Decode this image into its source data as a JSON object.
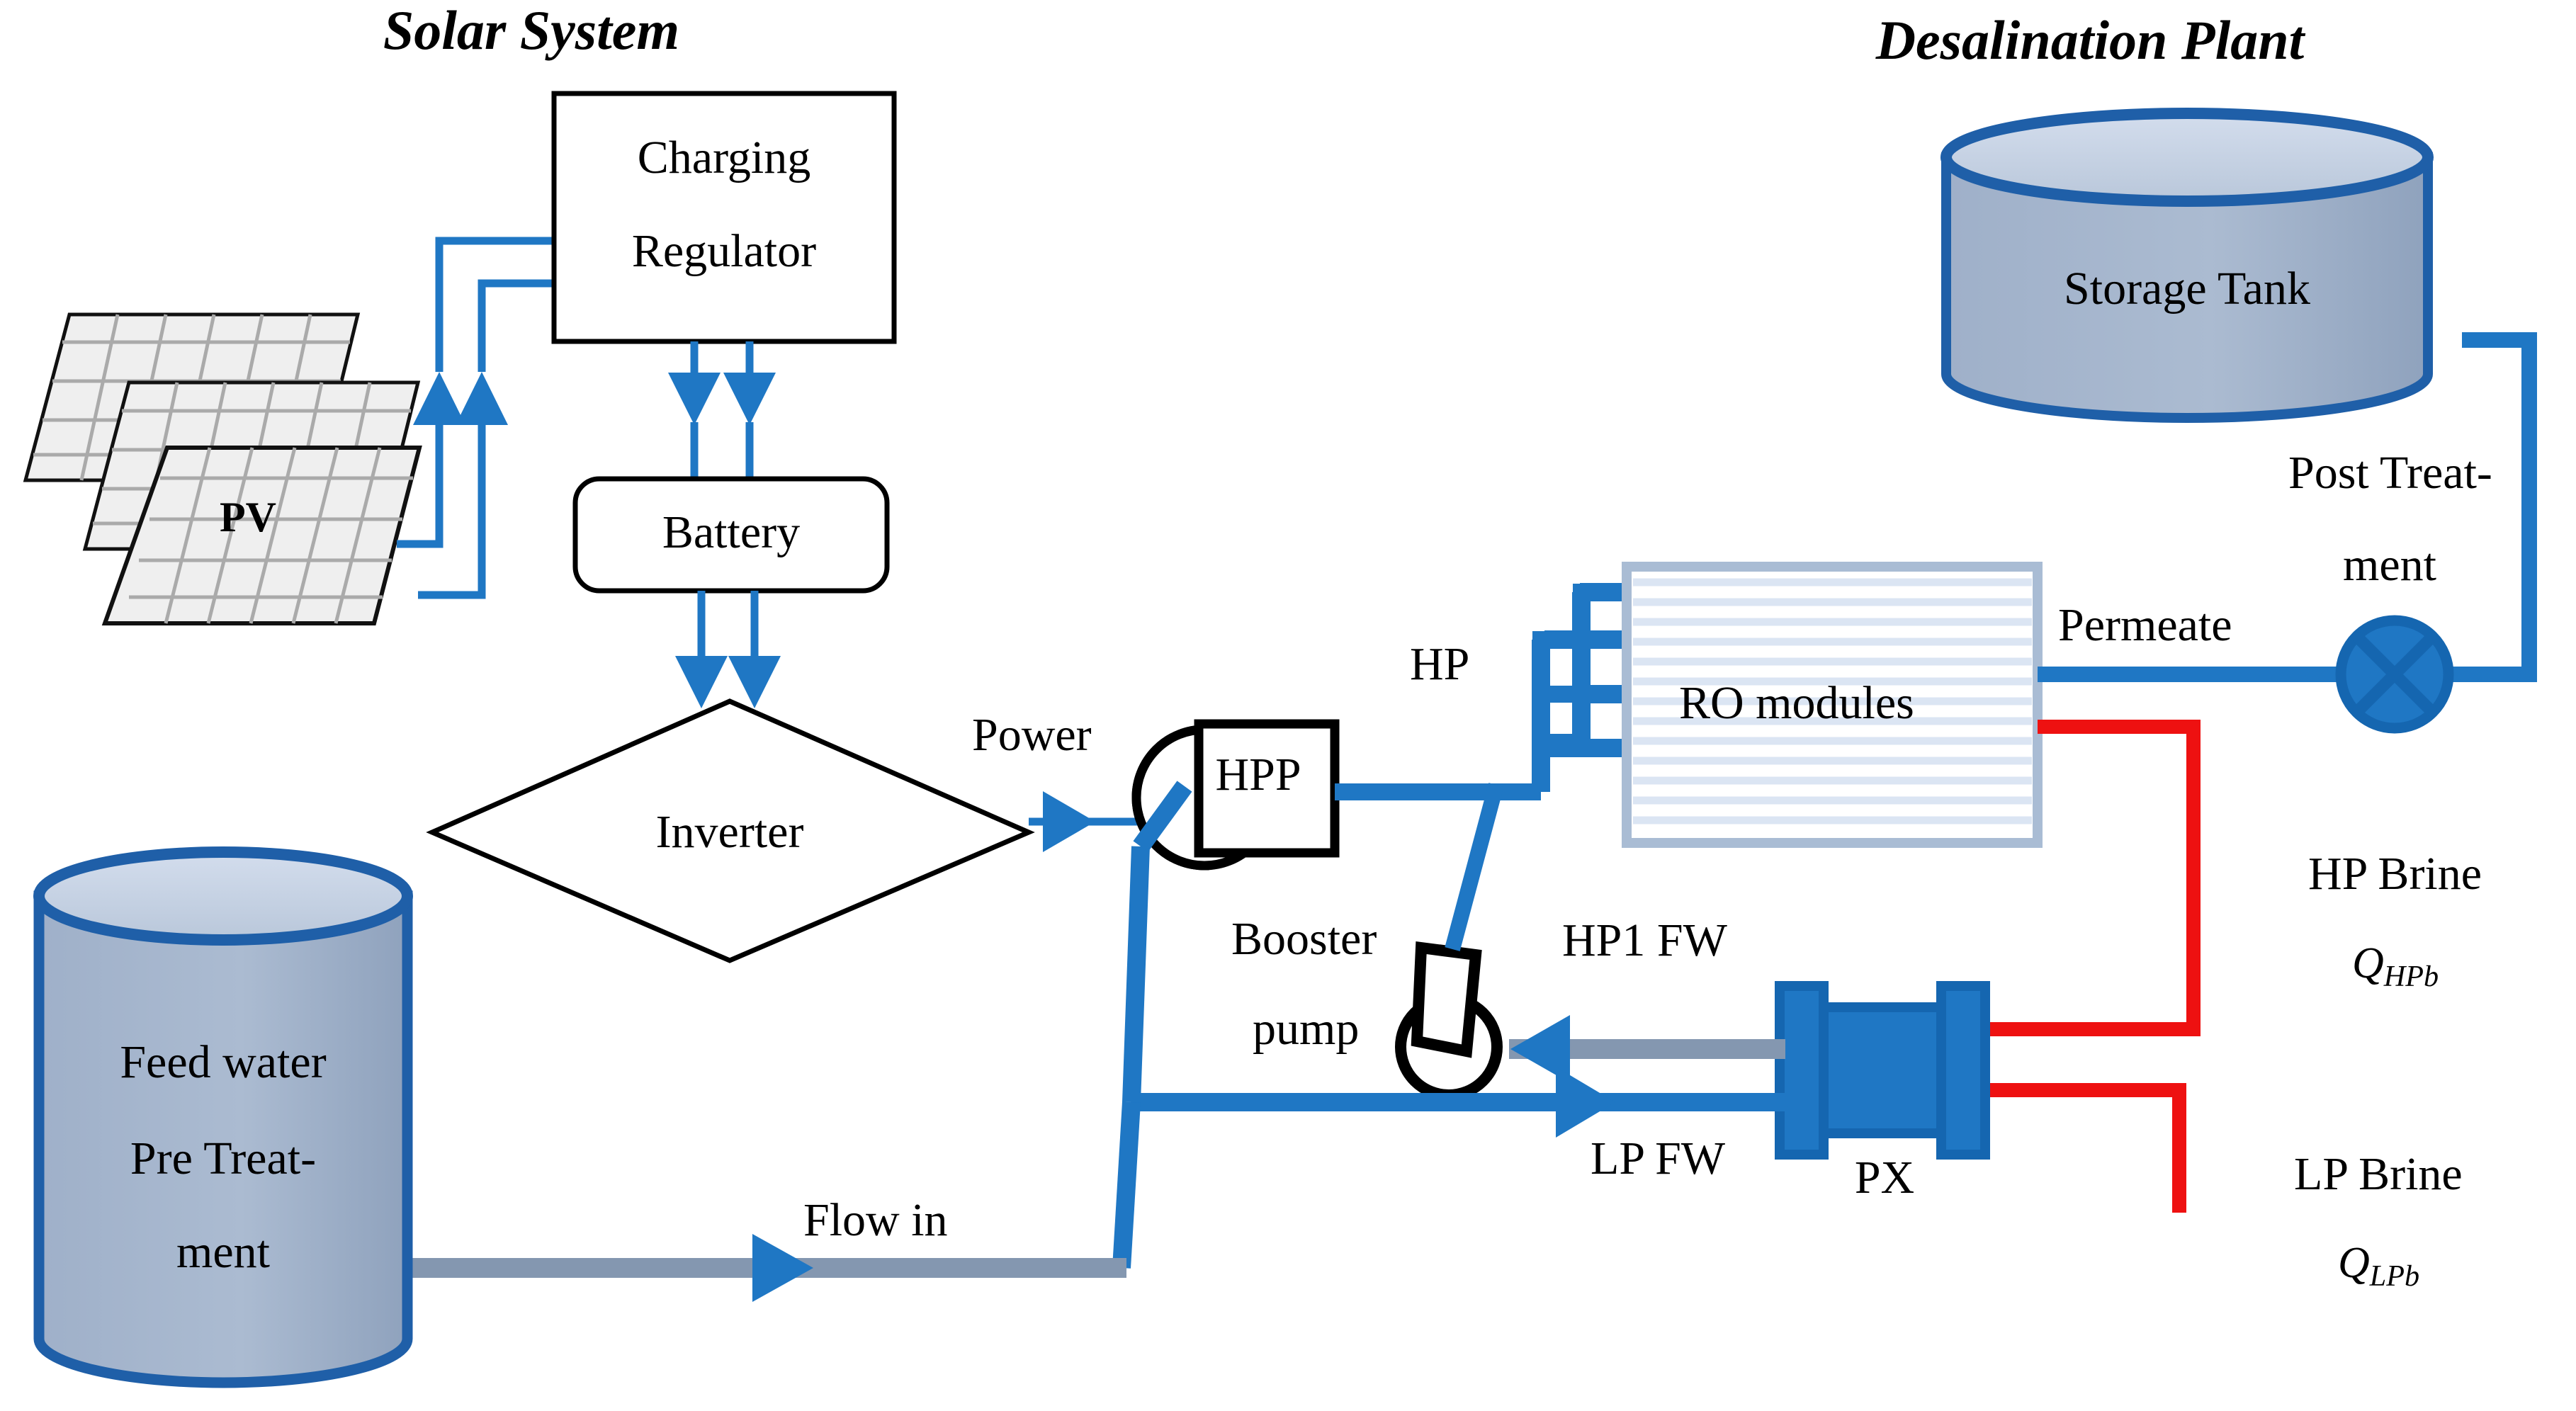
{
  "colors": {
    "pipe_blue": "#1f77c4",
    "pipe_blue_dark": "#1566b0",
    "brine_red": "#ee1111",
    "gray_pipe": "#8497b0",
    "tank_fill": "#a3b4cc",
    "tank_top": "#c5d2e2",
    "tank_stroke": "#1f5fa8",
    "ro_border": "#a9bcd4",
    "ro_stripe": "#dbe5f3",
    "black": "#000000",
    "white": "#ffffff"
  },
  "titles": {
    "solar_system": "Solar System",
    "desalination_plant": "Desalination Plant"
  },
  "solar": {
    "pv_label": "PV",
    "charging_regulator_line1": "Charging",
    "charging_regulator_line2": "Regulator",
    "battery": "Battery",
    "inverter": "Inverter",
    "power": "Power"
  },
  "desal": {
    "storage_tank": "Storage Tank",
    "post_treatment_line1": "Post Treat-",
    "post_treatment_line2": "ment",
    "permeate": "Permeate",
    "ro_modules": "RO modules",
    "hp": "HP",
    "hpp": "HPP",
    "booster_line1": "Booster",
    "booster_line2": "pump",
    "hp1_fw": "HP1 FW",
    "lp_fw": "LP FW",
    "px": "PX",
    "hp_brine": "HP Brine",
    "hp_brine_symbol": "Q",
    "hp_brine_subscript": "HPb",
    "lp_brine": "LP Brine",
    "lp_brine_symbol": "Q",
    "lp_brine_subscript": "LPb",
    "flow_in": "Flow in",
    "feed_water_line1": "Feed water",
    "feed_water_line2": "Pre Treat-",
    "feed_water_line3": "ment"
  }
}
